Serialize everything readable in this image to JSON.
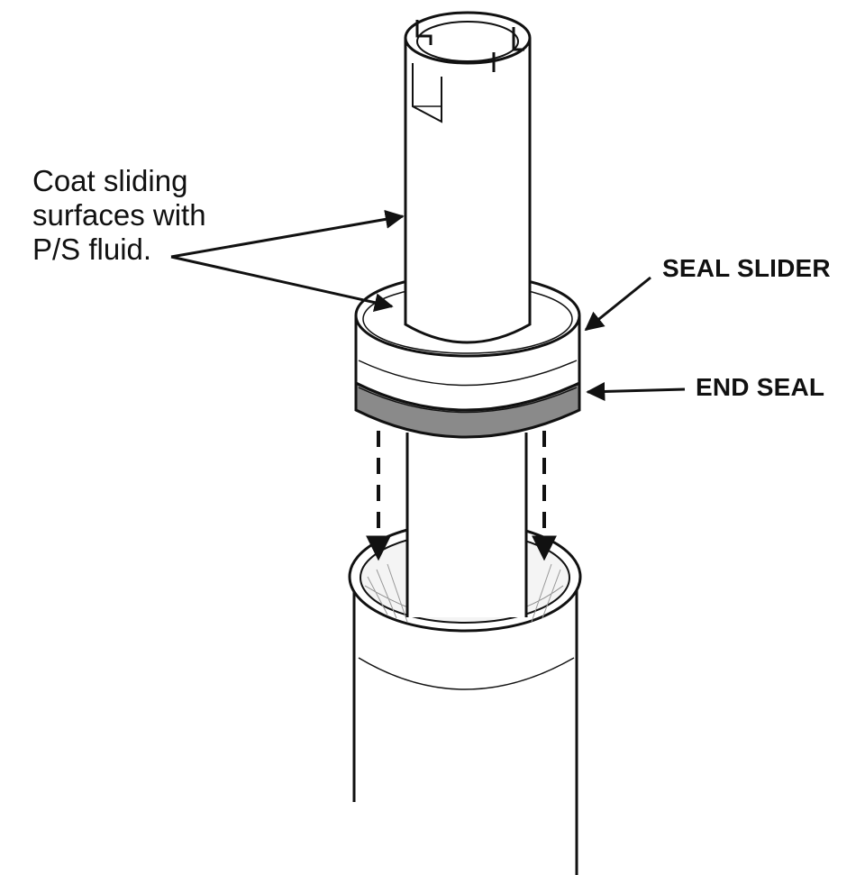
{
  "labels": {
    "coat_line1": "Coat sliding",
    "coat_line2": "surfaces with",
    "coat_line3": "P/S fluid.",
    "seal_slider": "SEAL SLIDER",
    "end_seal": "END SEAL"
  },
  "colors": {
    "line": "#111111",
    "end_seal_fill": "#8a8a8a",
    "background": "#ffffff"
  }
}
